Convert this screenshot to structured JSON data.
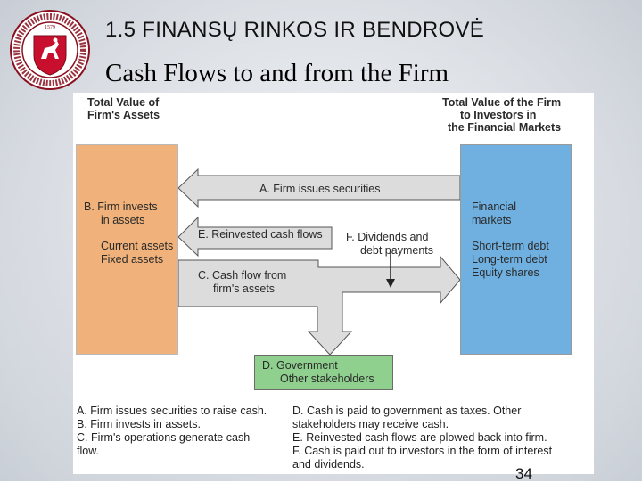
{
  "slide": {
    "heading": "1.5 FINANSŲ RINKOS IR BENDROVĖ",
    "title": "Cash Flows to and from the Firm",
    "page_number": "34"
  },
  "logo": {
    "ring_text": "VILNIAUS UNIVERSITETAS · UNIVERSITAS VILNENSIS",
    "year": "1579"
  },
  "diagram": {
    "left_header": [
      "Total Value of",
      "Firm's Assets"
    ],
    "right_header": [
      "Total Value of the Firm",
      "to Investors in",
      "the Financial Markets"
    ],
    "left_box": {
      "line1": "B. Firm invests",
      "line2": "in assets",
      "line3": "Current assets",
      "line4": "Fixed assets",
      "color": "#f0b27a"
    },
    "right_box": {
      "line1": "Financial",
      "line2": "markets",
      "line3": "Short-term debt",
      "line4": "Long-term debt",
      "line5": "Equity shares",
      "color": "#6fb0e0"
    },
    "gov_box": {
      "line1": "D. Government",
      "line2": "Other stakeholders",
      "color": "#8fd08f"
    },
    "arrow_a": "A. Firm issues securities",
    "arrow_e": "E. Reinvested cash flows",
    "arrow_f1": "F. Dividends and",
    "arrow_f2": "debt payments",
    "arrow_c1": "C. Cash flow from",
    "arrow_c2": "firm's assets"
  },
  "legend": {
    "left": [
      "A.  Firm issues securities to raise cash.",
      "B.  Firm invests in assets.",
      "C.  Firm's operations generate cash",
      "      flow."
    ],
    "right": [
      "D.  Cash is paid to government as taxes. Other",
      "      stakeholders may receive cash.",
      "E.  Reinvested cash flows are plowed back into firm.",
      "F.   Cash is paid out to investors in the form of interest",
      "      and dividends."
    ]
  }
}
